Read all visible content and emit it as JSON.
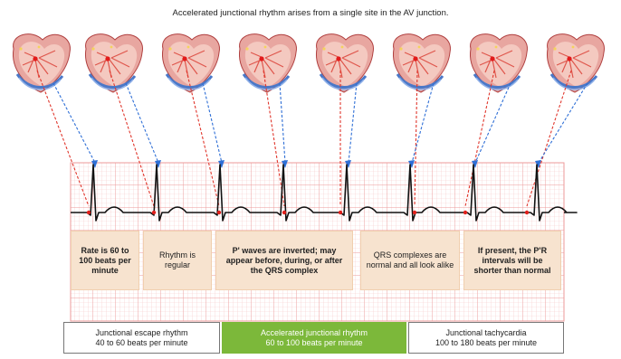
{
  "title": "Accelerated junctional rhythm arises from a single site in the AV junction.",
  "info_boxes": [
    "Rate is 60 to 100 beats per minute",
    "Rhythm is regular",
    "P' waves are inverted; may appear before, during, or after the QRS complex",
    "QRS complexes are normal and all look alike",
    "If present, the P'R intervals will be shorter than normal"
  ],
  "rate_boxes": [
    {
      "name": "Junctional escape rhythm",
      "rate": "40 to 60 beats per minute"
    },
    {
      "name": "Accelerated junctional rhythm",
      "rate": "60 to 100 beats per minute"
    },
    {
      "name": "Junctional tachycardia",
      "rate": "100 to 180 beats per minute"
    }
  ],
  "icons": {
    "heart": "heart-cross-section-icon"
  },
  "colors": {
    "grid_fine": "#f7c9c9",
    "grid_major": "#ec9a9a",
    "ecg_trace": "#111111",
    "p_wave_marker": "#e0201c",
    "red_pathway": "#e0362c",
    "blue_pathway": "#2f6fd6",
    "box_fill": "#f7e3cf",
    "accent_green": "#7cb83a"
  }
}
